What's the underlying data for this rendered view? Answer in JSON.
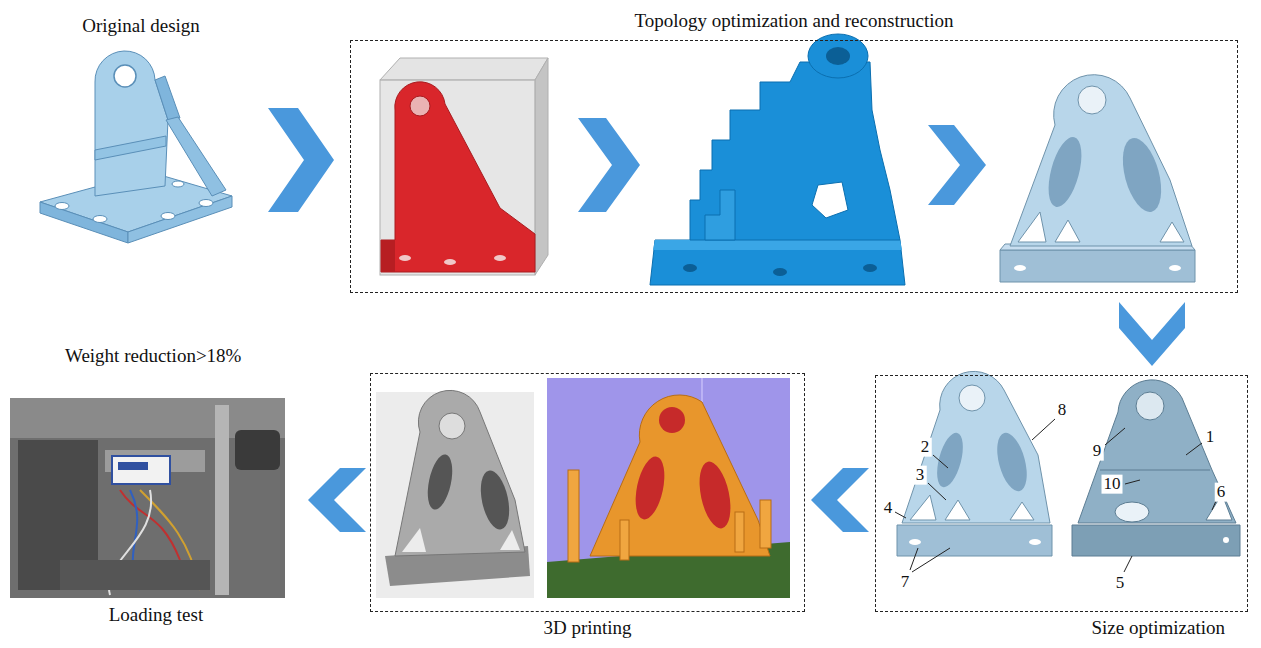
{
  "diagram": {
    "nodes": [
      {
        "text": [
          "Original design"
        ]
      },
      {
        "text": [
          "Topology optimization and reconstruction"
        ]
      },
      {
        "text": [
          "Weight reduction>18%",
          "Loading test"
        ]
      },
      {
        "text": [
          "3D printing"
        ]
      },
      {
        "text": [
          "Size optimization"
        ]
      }
    ],
    "edges": [
      {
        "from": 0,
        "to": 1,
        "arrow": "to"
      },
      {
        "from": 1,
        "to": 4,
        "arrow": "to"
      },
      {
        "from": 4,
        "to": 3,
        "arrow": "to"
      },
      {
        "from": 3,
        "to": 2,
        "arrow": "to"
      }
    ],
    "labels": [
      "2",
      "8",
      "9",
      "1",
      "3",
      "10",
      "6",
      "4",
      "7",
      "5"
    ]
  }
}
